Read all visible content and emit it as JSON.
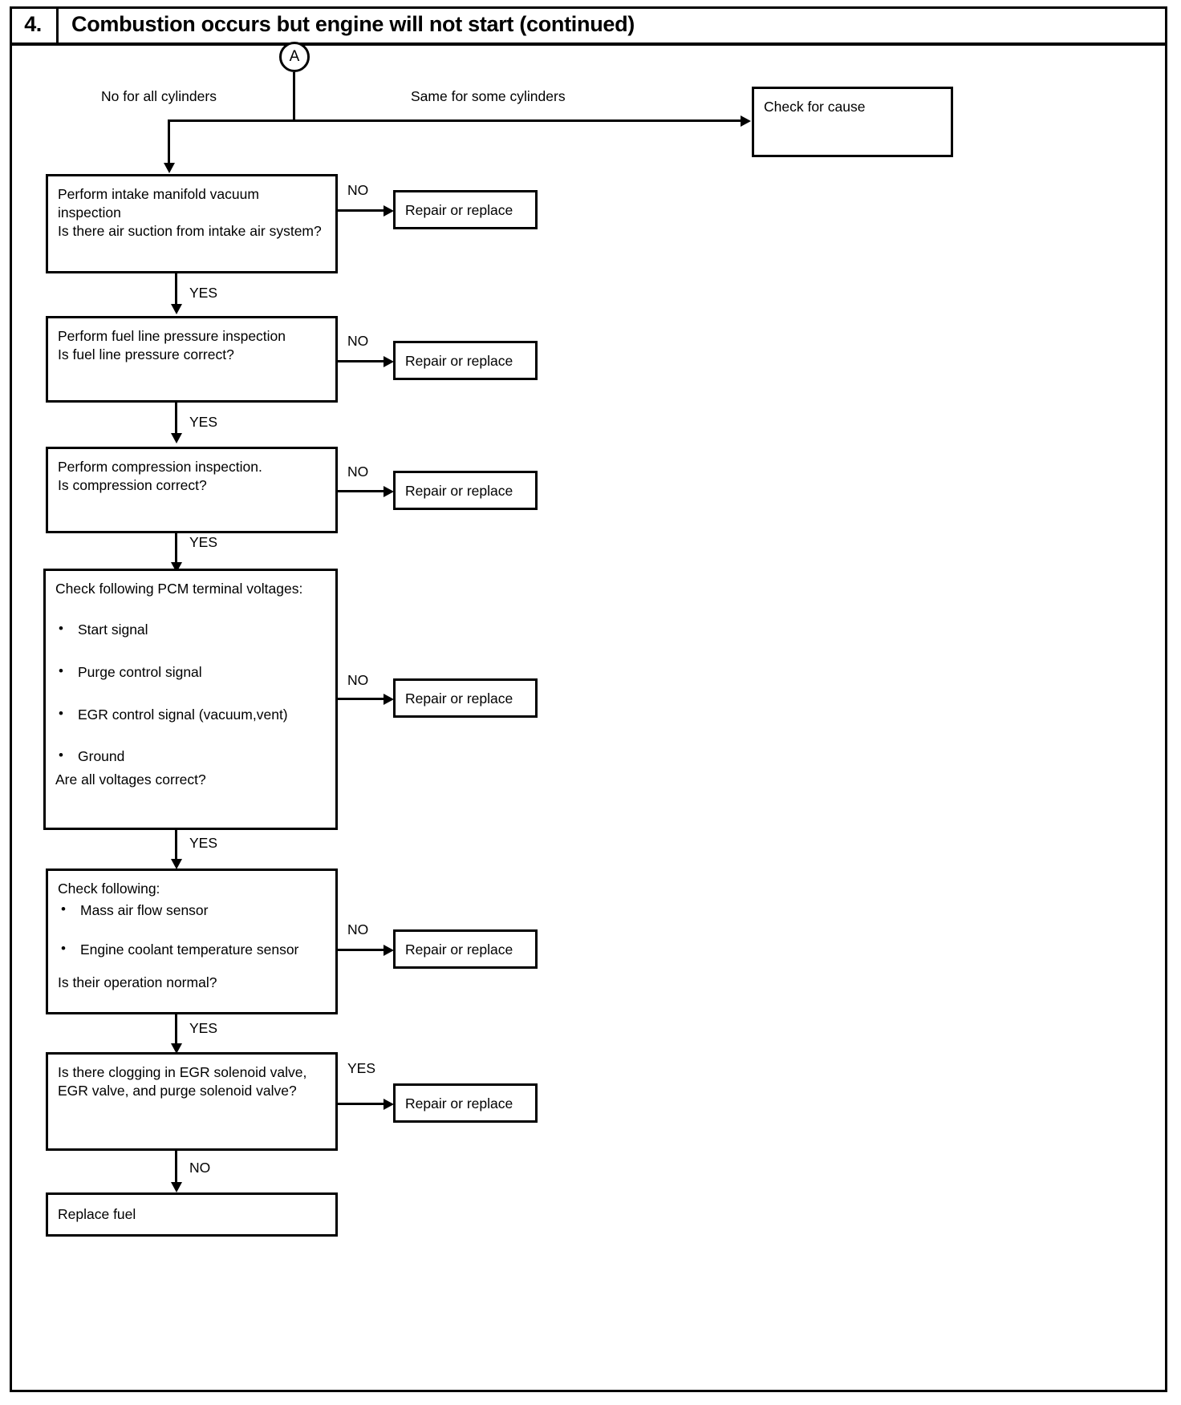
{
  "header": {
    "number": "4.",
    "title": "Combustion occurs but engine will not start (continued)"
  },
  "connector": {
    "label": "A"
  },
  "branch_labels": {
    "no_for_all_cylinders": "No for all cylinders",
    "same_for_some_cylinders": "Same for some cylinders"
  },
  "edge_labels": {
    "yes": "YES",
    "no": "NO"
  },
  "boxes": {
    "check_for_cause": "Check for cause",
    "intake_manifold": "Perform intake manifold vacuum inspection\nIs there air suction from intake air system?",
    "fuel_line": "Perform fuel line pressure inspection\nIs fuel line pressure correct?",
    "compression": "Perform compression inspection.\nIs compression correct?",
    "pcm_heading": "Check following PCM terminal voltages:",
    "pcm_items": [
      "Start signal",
      "Purge control signal",
      "EGR control signal (vacuum,vent)",
      "Ground"
    ],
    "pcm_question": "Are all voltages correct?",
    "sensors_heading": "Check following:",
    "sensors_items": [
      "Mass air flow sensor",
      "Engine coolant temperature sensor"
    ],
    "sensors_question": "Is their operation normal?",
    "egr_clogging": "Is there clogging in EGR solenoid valve, EGR valve, and purge solenoid valve?",
    "replace_fuel": "Replace fuel",
    "repair_or_replace_1": "Repair or replace",
    "repair_or_replace_2": "Repair or replace",
    "repair_or_replace_3": "Repair or replace",
    "repair_or_replace_4": "Repair or replace",
    "repair_or_replace_5": "Repair or replace",
    "repair_or_replace_6": "Repair or replace"
  },
  "edges": {
    "intake_no": "NO",
    "intake_yes": "YES",
    "fuel_no": "NO",
    "fuel_yes": "YES",
    "compression_no": "NO",
    "compression_yes": "YES",
    "pcm_no": "NO",
    "pcm_yes": "YES",
    "sensors_no": "NO",
    "sensors_yes": "YES",
    "egr_yes": "YES",
    "egr_no": "NO"
  },
  "colors": {
    "line": "#000000",
    "background": "#ffffff"
  }
}
